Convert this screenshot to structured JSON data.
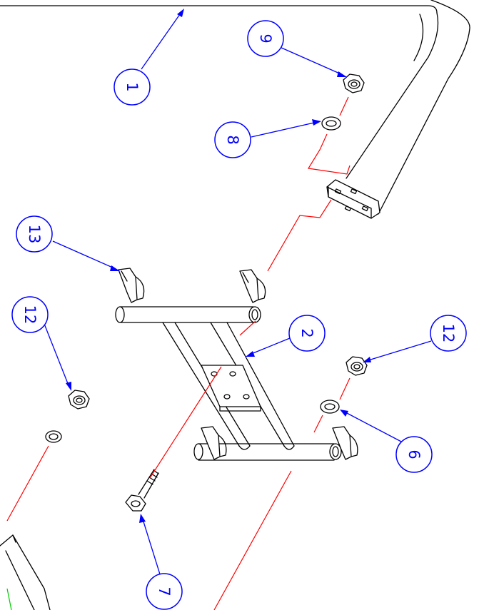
{
  "colors": {
    "callout": "#0000ff",
    "assembly_axis": "#ff0000",
    "part_outline": "#000000"
  },
  "callouts": {
    "frame": "1",
    "crossbar": "2",
    "washer_lower": "6",
    "bolt": "7",
    "washer_upper": "8",
    "nut_upper": "9",
    "nut_left": "12",
    "nut_right": "12",
    "clip": "13"
  }
}
